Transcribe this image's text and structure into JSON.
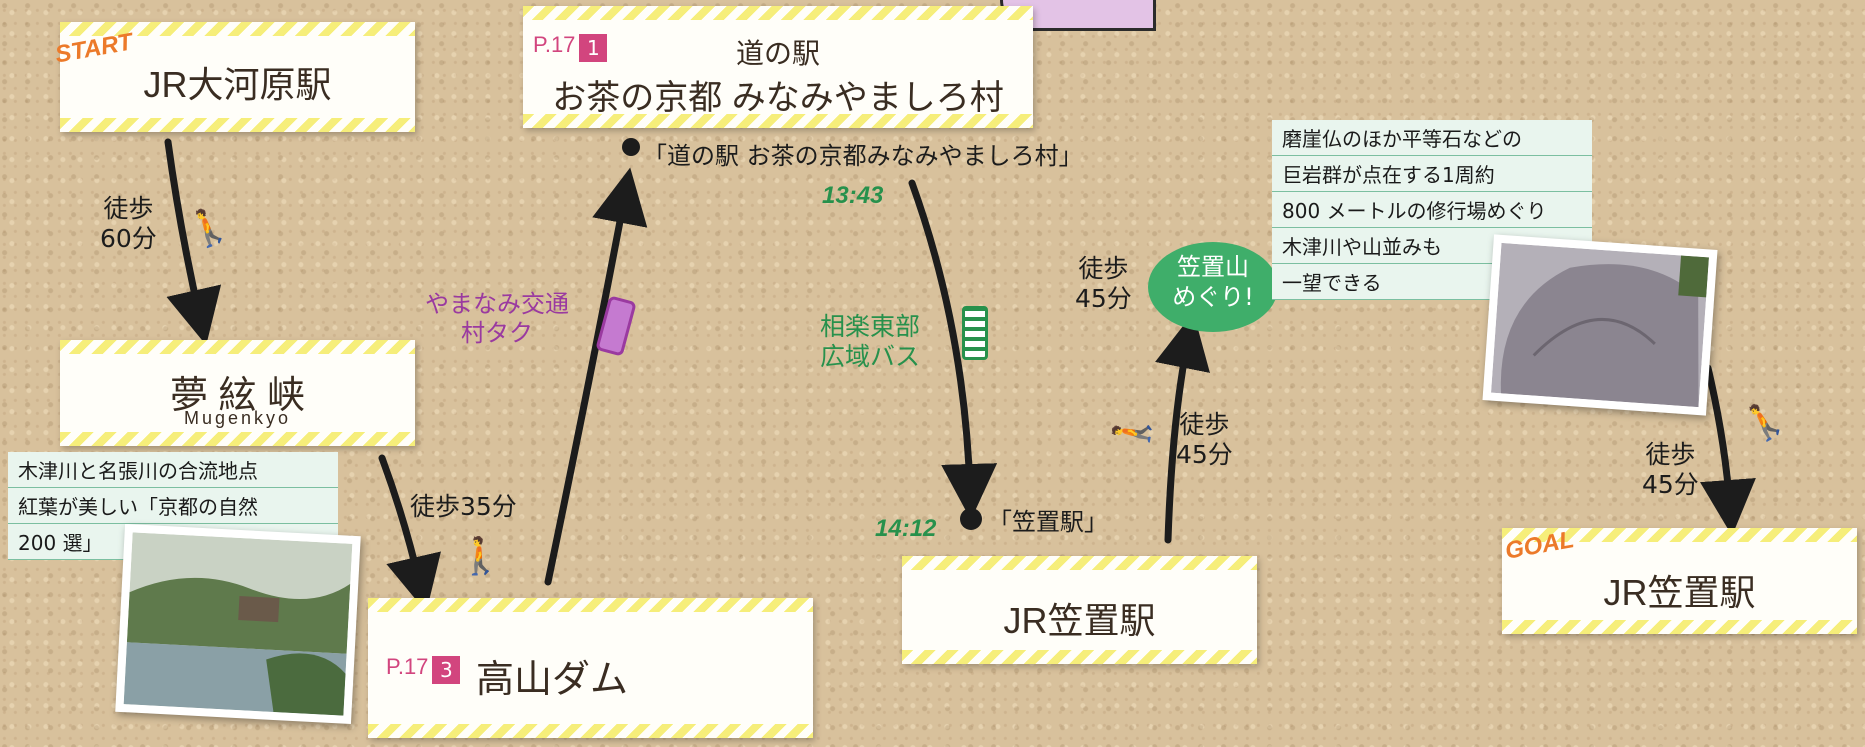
{
  "stations": {
    "start": {
      "tag": "START",
      "name": "JR大河原駅"
    },
    "michinoeki": {
      "page": "P.17",
      "number": "1",
      "title_top": "道の駅",
      "title_main": "お茶の京都 みなみやましろ村"
    },
    "mugenkyo": {
      "name": "夢 絃 峡",
      "romaji": "Mugenkyo"
    },
    "takayama": {
      "page": "P.17",
      "number": "3",
      "name": "高山ダム"
    },
    "kasagi": {
      "name": "JR笠置駅"
    },
    "goal": {
      "tag": "GOAL",
      "name": "JR笠置駅"
    }
  },
  "notes": {
    "mugenkyo": [
      "木津川と名張川の合流地点",
      "紅葉が美しい「京都の自然",
      "200 選」"
    ],
    "kasagiyama": [
      "磨崖仏のほか平等石などの",
      "巨岩群が点在する1周約",
      "800 メートルの修行場めぐり",
      "木津川や山並みも",
      "一望できる"
    ]
  },
  "routes": {
    "walk60": [
      "徒歩",
      "60分"
    ],
    "walk35": "徒歩35分",
    "taxi": [
      "やまなみ交通",
      "村タク"
    ],
    "bus": [
      "相楽東部",
      "広域バス"
    ],
    "walk45a": [
      "徒歩",
      "45分"
    ],
    "walk45b": [
      "徒歩",
      "45分"
    ],
    "walk45c": [
      "徒歩",
      "45分"
    ]
  },
  "stops": {
    "michinoeki_stop": "「道の駅 お茶の京都みなみやましろ村」",
    "michinoeki_time": "13:43",
    "kasagi_stop": "「笠置駅」",
    "kasagi_time": "14:12"
  },
  "badge": {
    "line1": "笠置山",
    "line2": "めぐり!",
    "color": "#3fae6a"
  },
  "colors": {
    "walk": "#1c1c1c",
    "taxi": "#9a3aa0",
    "bus": "#27914c",
    "accent": "#d2457e",
    "stripe": "#f6ee7a"
  },
  "icons": [
    "walking-person-icon",
    "taxi-icon",
    "bus-icon",
    "bus-stop-icon"
  ]
}
